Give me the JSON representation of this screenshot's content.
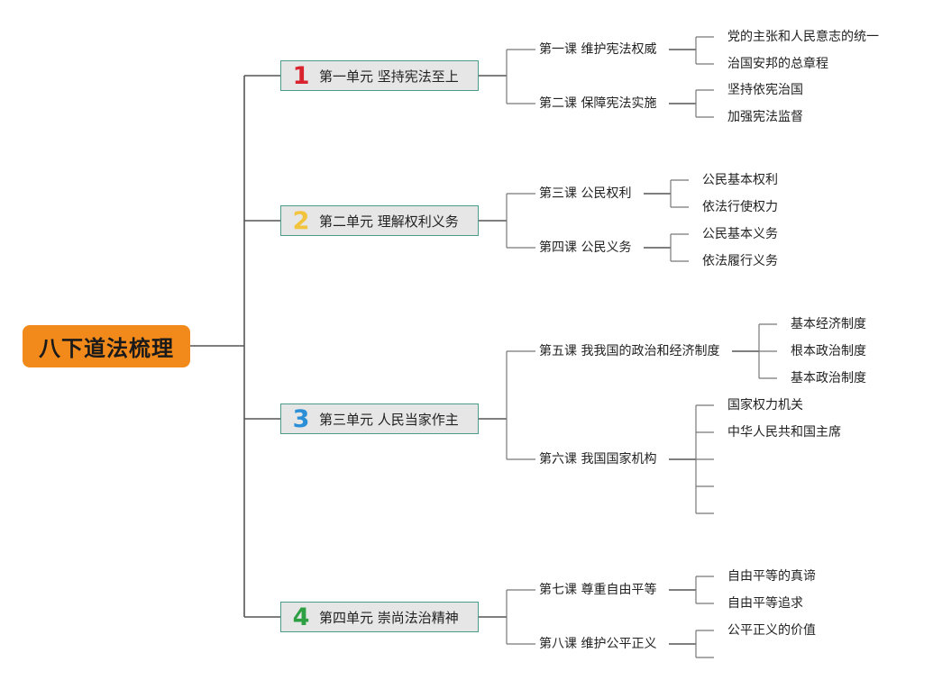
{
  "root": {
    "label": "八下道法梳理"
  },
  "units": [
    {
      "number": "1",
      "label": "第一单元 坚持宪法至上",
      "lessons": [
        {
          "label": "第一课 维护宪法权威",
          "points": [
            "党的主张和人民意志的统一",
            "治国安邦的总章程"
          ]
        },
        {
          "label": "第二课 保障宪法实施",
          "points": [
            "坚持依宪治国",
            "加强宪法监督"
          ]
        }
      ]
    },
    {
      "number": "2",
      "label": "第二单元 理解权利义务",
      "lessons": [
        {
          "label": "第三课 公民权利",
          "points": [
            "公民基本权利",
            "依法行使权力"
          ]
        },
        {
          "label": "第四课 公民义务",
          "points": [
            "公民基本义务",
            "依法履行义务"
          ]
        }
      ]
    },
    {
      "number": "3",
      "label": "第三单元 人民当家作主",
      "lessons": [
        {
          "label": "第五课 我我国的政治和经济制度",
          "points": [
            "基本经济制度",
            "根本政治制度",
            "基本政治制度"
          ]
        },
        {
          "label": "第六课 我国国家机构",
          "points": [
            "国家权力机关",
            "中华人民共和国主席",
            "",
            "",
            ""
          ]
        }
      ]
    },
    {
      "number": "4",
      "label": "第四单元 崇尚法治精神",
      "lessons": [
        {
          "label": "第七课 尊重自由平等",
          "points": [
            "自由平等的真谛",
            "自由平等追求"
          ]
        },
        {
          "label": "第八课 维护公平正义",
          "points": [
            "公平正义的价值",
            ""
          ]
        }
      ]
    }
  ]
}
